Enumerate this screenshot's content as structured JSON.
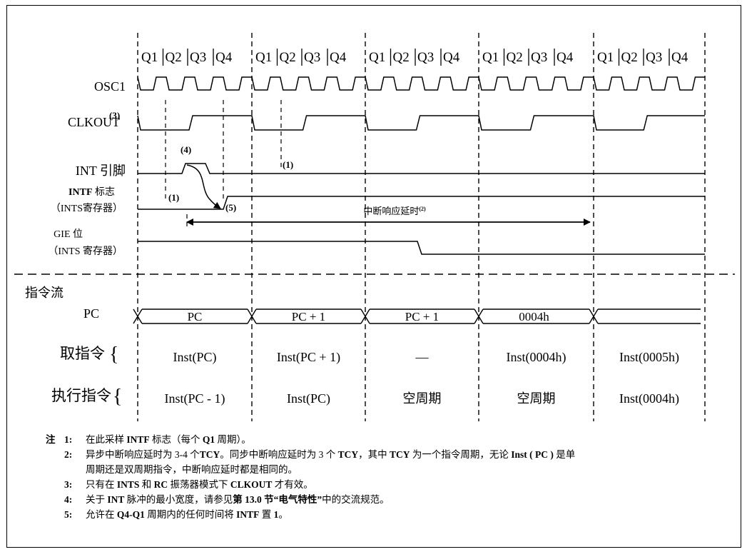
{
  "quarters": [
    "Q1",
    "Q2",
    "Q3",
    "Q4"
  ],
  "signals": {
    "osc1": "OSC1",
    "clkout": "CLKOUT",
    "clkout_note": "(3)",
    "int_pin": "INT 引脚",
    "intf_bold": "INTF",
    "intf_rest": " 标志",
    "intf_reg": "（INTS寄存器）",
    "gie": "GIE 位",
    "gie_reg": "（INTS 寄存器）"
  },
  "annotations": {
    "mark1": "(1)",
    "mark4": "(4)",
    "mark5": "(5)",
    "latency": "中断响应延时",
    "latency_note": "(2)"
  },
  "flow": {
    "title": "指令流",
    "pc_label": "PC",
    "pc_values": [
      "PC",
      "PC + 1",
      "PC + 1",
      "0004h"
    ],
    "fetch_label": "取指令",
    "exec_label": "执行指令",
    "brace": "{",
    "fetch": [
      "Inst(PC)",
      "Inst(PC + 1)",
      "—",
      "Inst(0004h)",
      "Inst(0005h)"
    ],
    "exec": [
      "Inst(PC - 1)",
      "Inst(PC)",
      "空周期",
      "空周期",
      "Inst(0004h)"
    ]
  },
  "notes": {
    "tag": "注",
    "items": [
      {
        "num": "1:",
        "runs": [
          [
            "在此采样 ",
            false
          ],
          [
            "INTF",
            true
          ],
          [
            " 标志（每个 ",
            false
          ],
          [
            "Q1",
            true
          ],
          [
            " 周期）。",
            false
          ]
        ]
      },
      {
        "num": "2:",
        "runs": [
          [
            "异步中断响应延时为 3-4 个",
            false
          ],
          [
            "TCY",
            true
          ],
          [
            "。同步中断响应延时为 3 个 ",
            false
          ],
          [
            "TCY",
            true
          ],
          [
            "，其中 ",
            false
          ],
          [
            "TCY",
            true
          ],
          [
            " 为一个指令周期，无论 ",
            false
          ],
          [
            "Inst ( PC )",
            true
          ],
          [
            " 是单",
            false
          ]
        ]
      },
      {
        "num": "",
        "runs": [
          [
            "周期还是双周期指令，中断响应延时都是相同的。",
            false
          ]
        ]
      },
      {
        "num": "3:",
        "runs": [
          [
            "只有在 ",
            false
          ],
          [
            "INTS",
            true
          ],
          [
            " 和 ",
            false
          ],
          [
            "RC",
            true
          ],
          [
            " 振荡器模式下 ",
            false
          ],
          [
            "CLKOUT",
            true
          ],
          [
            " 才有效。",
            false
          ]
        ]
      },
      {
        "num": "4:",
        "runs": [
          [
            "关于 ",
            false
          ],
          [
            "INT",
            true
          ],
          [
            " 脉冲的最小宽度，请参见",
            false
          ],
          [
            "第 13.0 节“电气特性”",
            true
          ],
          [
            "中的交流规范。",
            false
          ]
        ]
      },
      {
        "num": "5:",
        "runs": [
          [
            "允许在 ",
            false
          ],
          [
            "Q4-Q1",
            true
          ],
          [
            " 周期内的任何时间将 ",
            false
          ],
          [
            "INTF",
            true
          ],
          [
            " 置 ",
            false
          ],
          [
            "1",
            true
          ],
          [
            "。",
            false
          ]
        ]
      }
    ]
  },
  "colors": {
    "line": "#000000",
    "background": "#ffffff"
  }
}
